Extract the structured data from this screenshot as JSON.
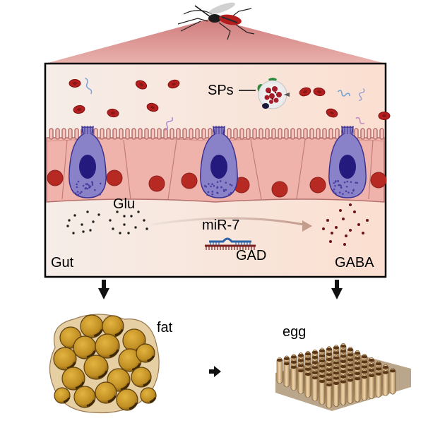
{
  "labels": {
    "sps": "SPs",
    "glu": "Glu",
    "mir7": "miR-7",
    "gad": "GAD",
    "gut": "Gut",
    "gaba": "GABA",
    "fat": "fat",
    "egg": "egg"
  },
  "icons": {
    "organism": "mosquito-icon",
    "fat_body": "fat-cell-cluster-icon",
    "eggs": "egg-cluster-icon"
  },
  "colors": {
    "funnel": "#dc8f8f",
    "gut_panel_left": "#f7ece6",
    "gut_panel_right": "#fbe4d8",
    "epithelium": "#efb3ab",
    "epithelium_border": "#b56f6c",
    "nucleus": "#b72a24",
    "enteroendocrine_cell": "#8a82c9",
    "enteroendocrine_nucleus": "#241a7e",
    "blood_cell": "#b31f1f",
    "glutamate_dot": "#222222",
    "gaba_dot": "#6b1414",
    "mirna_arrow": "#c9a79a",
    "fat_droplet": "#c49324",
    "fat_bg": "#e5cda0",
    "egg_dark": "#5b3616",
    "egg_light": "#d8b98a"
  }
}
